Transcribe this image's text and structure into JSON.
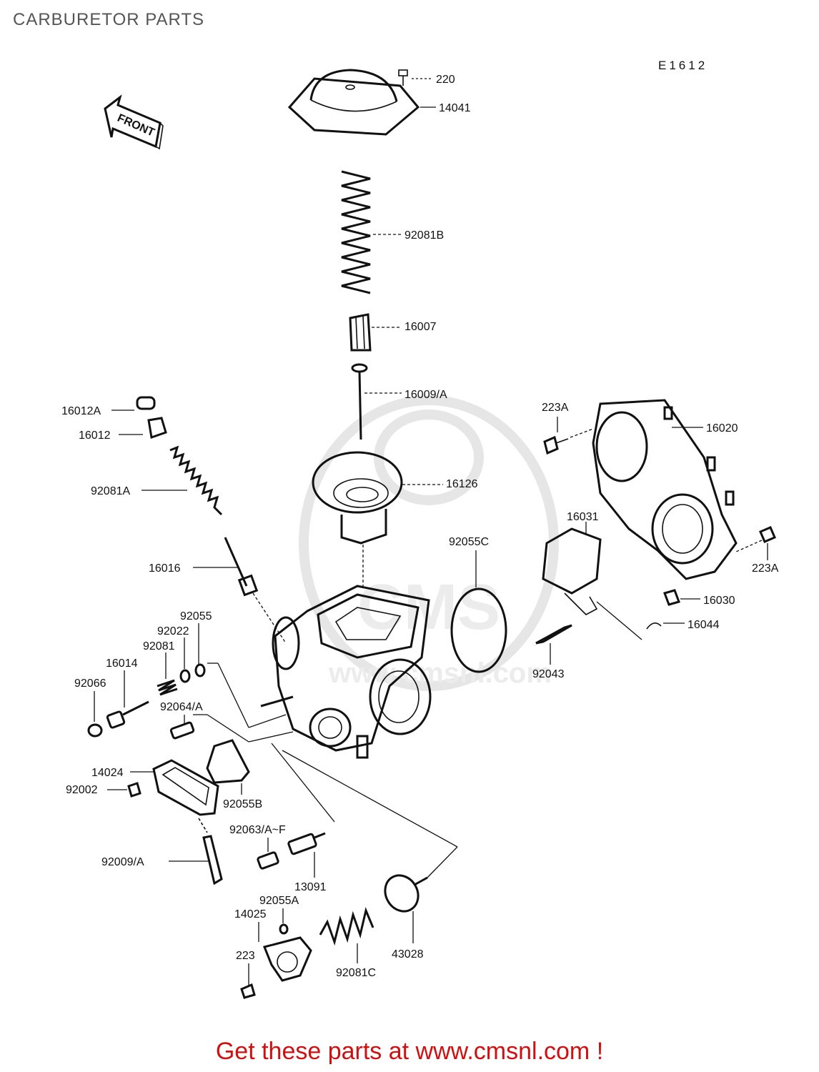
{
  "page": {
    "title": "CARBURETOR PARTS",
    "diagram_code": "E1612",
    "front_label": "FRONT",
    "watermark": "CMS",
    "watermark_url": "www.cmsnl.com",
    "cta": "Get these parts at www.cmsnl.com !"
  },
  "labels": {
    "p220": "220",
    "p14041": "14041",
    "p92081B": "92081B",
    "p16007": "16007",
    "p16009A": "16009/A",
    "p16012A": "16012A",
    "p16012": "16012",
    "p92081A": "92081A",
    "p16126": "16126",
    "p223A_top": "223A",
    "p16020": "16020",
    "p16031": "16031",
    "p92055C": "92055C",
    "p223A_right": "223A",
    "p16016": "16016",
    "p16030": "16030",
    "p16044": "16044",
    "p92055": "92055",
    "p92022": "92022",
    "p92081": "92081",
    "p16014": "16014",
    "p92066": "92066",
    "p92043": "92043",
    "p92064A": "92064/A",
    "p14024": "14024",
    "p92002": "92002",
    "p92055B": "92055B",
    "p92063AF": "92063/A~F",
    "p92009A": "92009/A",
    "p13091": "13091",
    "p92055A": "92055A",
    "p14025": "14025",
    "p223": "223",
    "p43028": "43028",
    "p92081C": "92081C"
  },
  "colors": {
    "cta": "#d01010",
    "title": "#555555",
    "ink": "#111111",
    "watermark": "#e6e6e6"
  }
}
